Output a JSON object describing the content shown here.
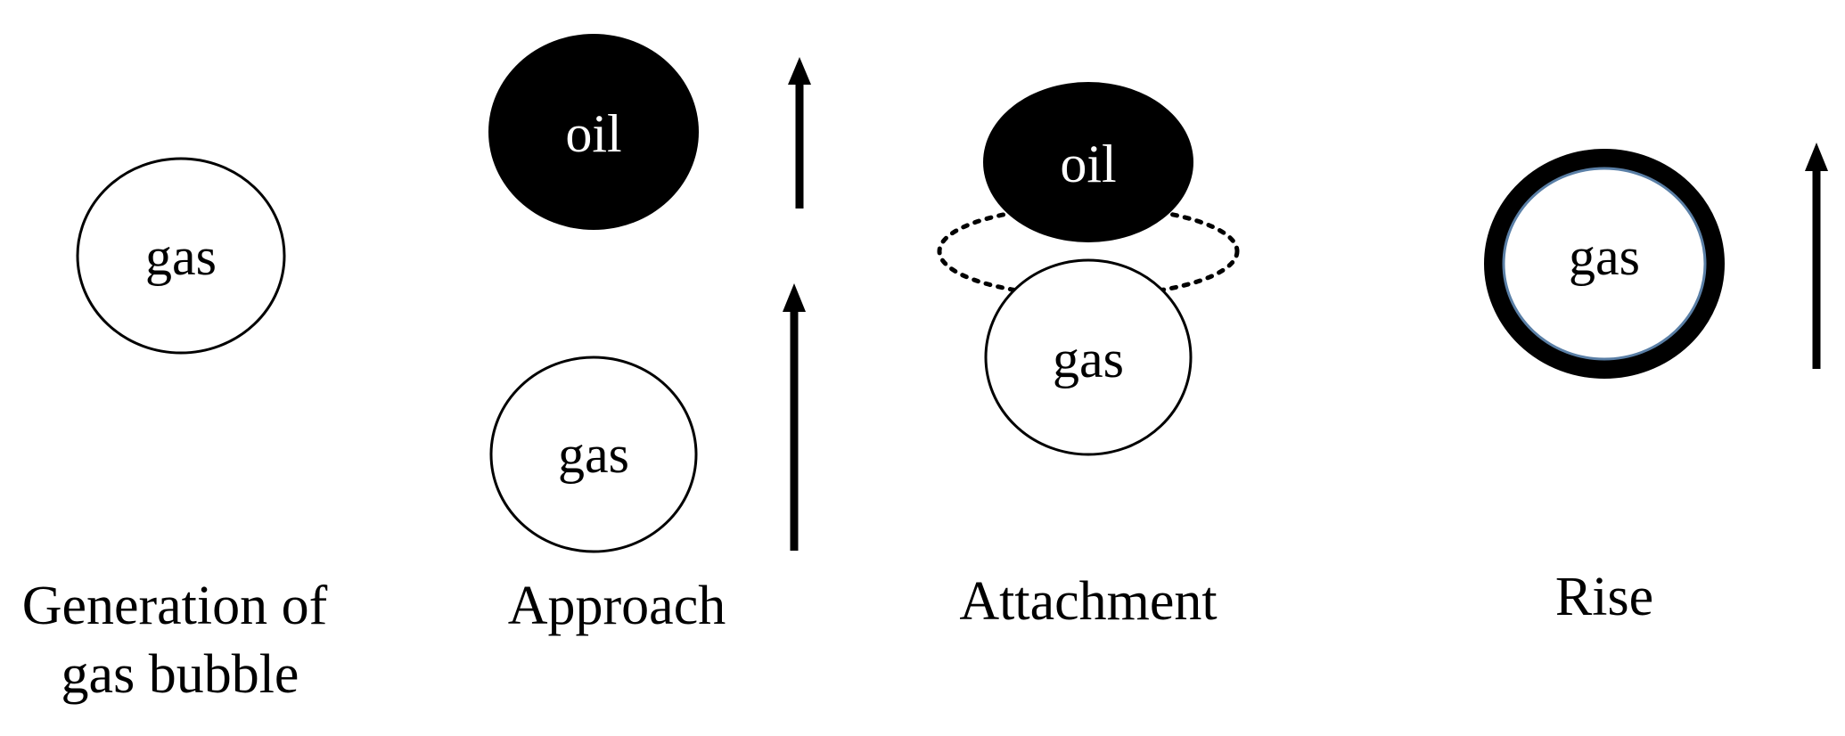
{
  "stages": [
    {
      "caption_lines": [
        "Generation of",
        "gas bubble"
      ],
      "gas_label": "gas"
    },
    {
      "caption_lines": [
        "Approach"
      ],
      "gas_label": "gas",
      "oil_label": "oil"
    },
    {
      "caption_lines": [
        "Attachment"
      ],
      "gas_label": "gas",
      "oil_label": "oil"
    },
    {
      "caption_lines": [
        "Rise"
      ],
      "gas_label": "gas"
    }
  ],
  "colors": {
    "ink": "#000000",
    "oil_fill": "#000000",
    "gas_fill": "#ffffff",
    "rise_inner_ring": "#5a7fa6"
  }
}
